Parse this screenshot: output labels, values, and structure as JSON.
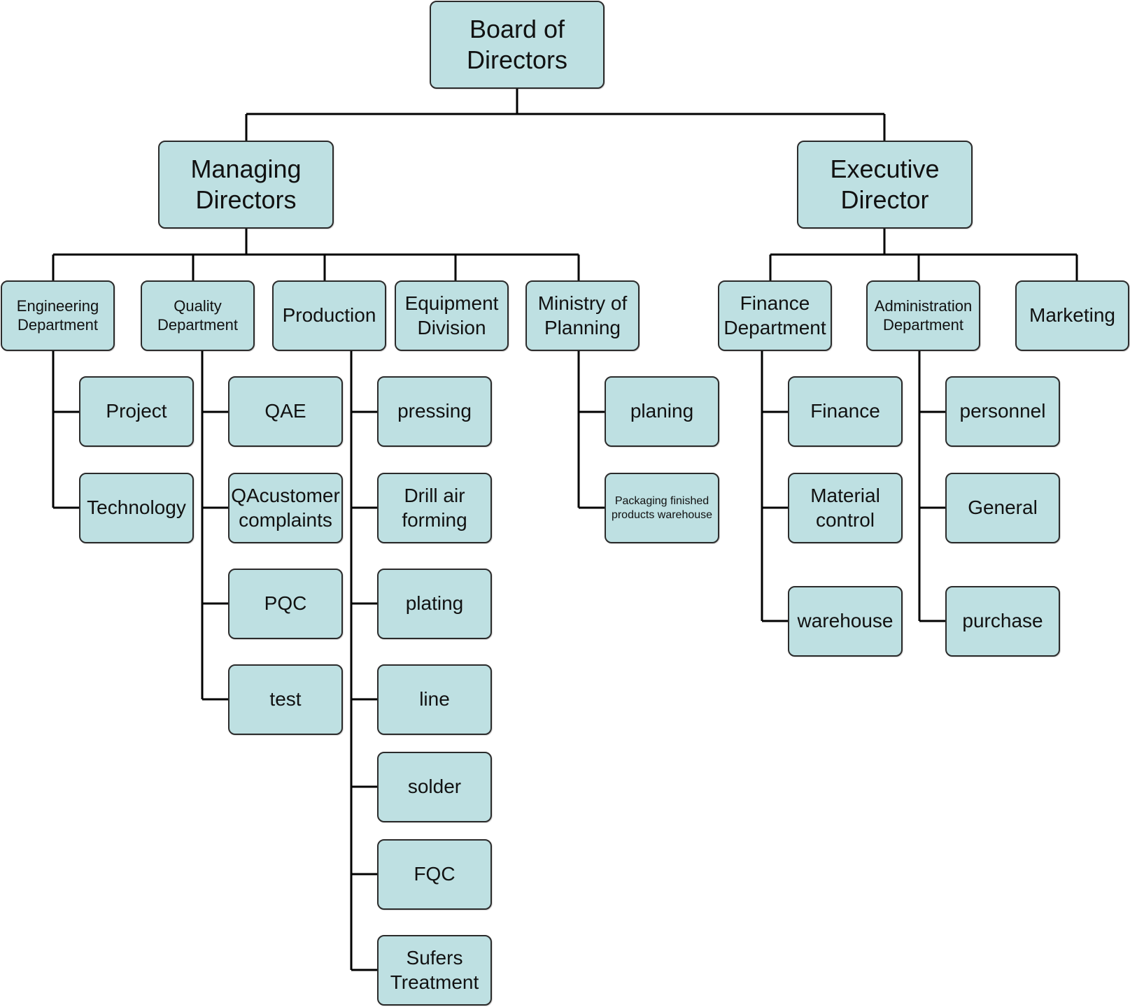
{
  "org_chart": {
    "board": "Board of\nDirectors",
    "managing": "Managing\nDirectors",
    "executive": "Executive\nDirector",
    "departments": {
      "engineering": "Engineering\nDepartment",
      "quality": "Quality\nDepartment",
      "production": "Production",
      "equipment": "Equipment\nDivision",
      "planning": "Ministry of\nPlanning",
      "finance": "Finance\nDepartment",
      "administration": "Administration\nDepartment",
      "marketing": "Marketing"
    },
    "engineering_units": [
      "Project",
      "Technology"
    ],
    "quality_units": [
      "QAE",
      "QAcustomer\ncomplaints",
      "PQC",
      "test"
    ],
    "production_units": [
      "pressing",
      "Drill air\nforming",
      "plating",
      "line",
      "solder",
      "FQC",
      "Sufers\nTreatment"
    ],
    "planning_units": [
      "planing",
      "Packaging finished\nproducts warehouse"
    ],
    "finance_units": [
      "Finance",
      "Material\ncontrol",
      "warehouse"
    ],
    "administration_units": [
      "personnel",
      "General",
      "purchase"
    ]
  },
  "colors": {
    "box_fill": "#bee0e2",
    "box_border": "#2b2b2b",
    "connector": "#000000"
  }
}
